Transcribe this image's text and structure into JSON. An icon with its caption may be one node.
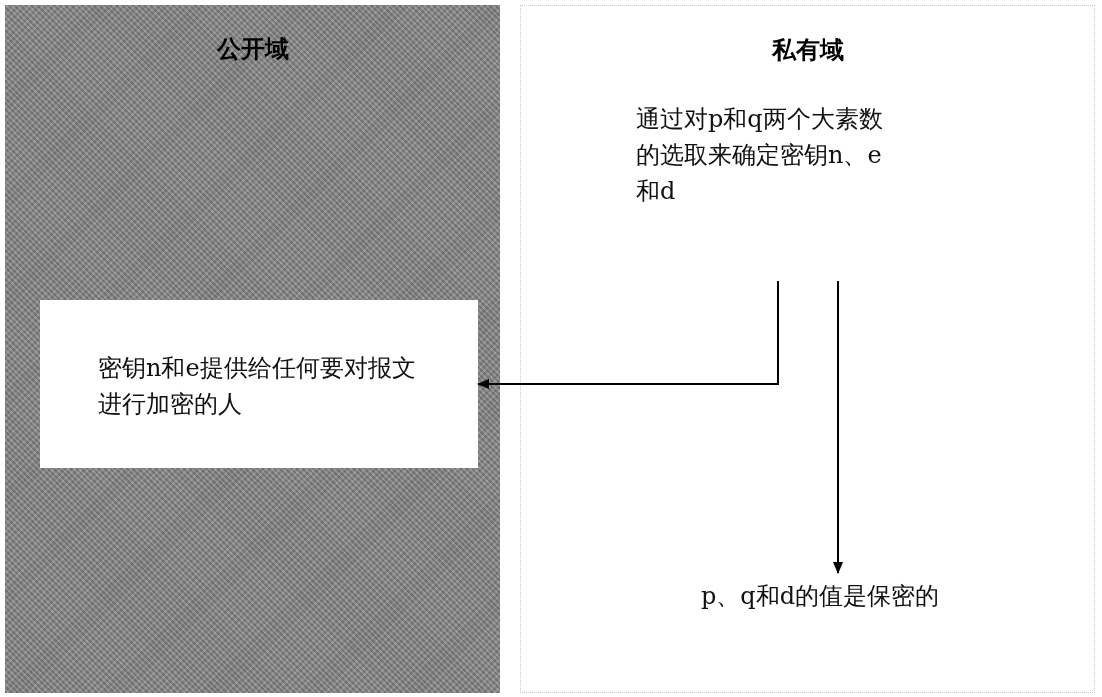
{
  "diagram": {
    "nodes": [
      {
        "text": [
          "公开域"
        ]
      },
      {
        "text": [
          "密钥n和e提供给任何要对报文进行加密的人"
        ],
        "in": 0
      },
      {
        "text": [
          "私有域"
        ]
      },
      {
        "text": [
          "通过对p和q两个大素数的选取来确定密钥n、e和d"
        ],
        "in": 2
      },
      {
        "text": [
          "p、q和d的值是保密的"
        ],
        "in": 2
      }
    ],
    "edges": [
      {
        "from": 3,
        "to": 1,
        "arrow": "to"
      },
      {
        "from": 3,
        "to": 4,
        "arrow": "to"
      }
    ]
  }
}
